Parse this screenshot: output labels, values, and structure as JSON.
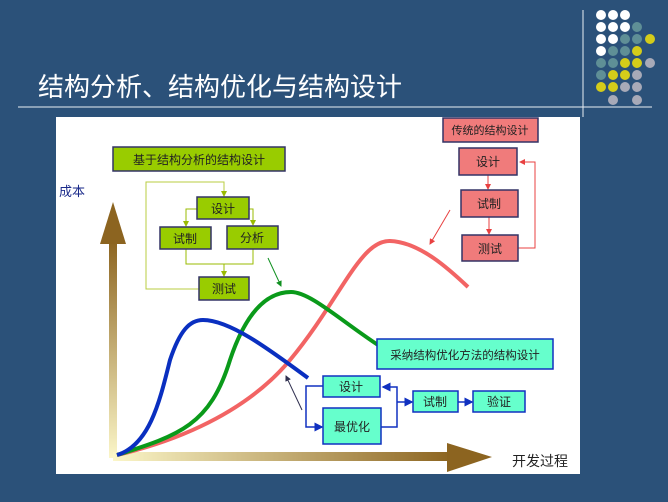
{
  "title": "结构分析、结构优化与结构设计",
  "axes": {
    "y_label": "成本",
    "x_label": "开发过程"
  },
  "analysis_group": {
    "title": "基于结构分析的结构设计",
    "design": "设计",
    "trial": "试制",
    "analysis": "分析",
    "test": "测试"
  },
  "traditional_group": {
    "title": "传统的结构设计",
    "design": "设计",
    "trial": "试制",
    "test": "测试"
  },
  "optimization_group": {
    "title": "采纳结构优化方法的结构设计",
    "design": "设计",
    "optimize": "最优化",
    "trial": "试制",
    "verify": "验证"
  },
  "colors": {
    "background": "#2b5179",
    "green_box": "#99cc00",
    "pink_box": "#f07b7b",
    "cyan_box": "#66ffcc",
    "blue_curve": "#0a2fc0",
    "green_curve": "#0a9a1a",
    "red_curve": "#f26464"
  }
}
